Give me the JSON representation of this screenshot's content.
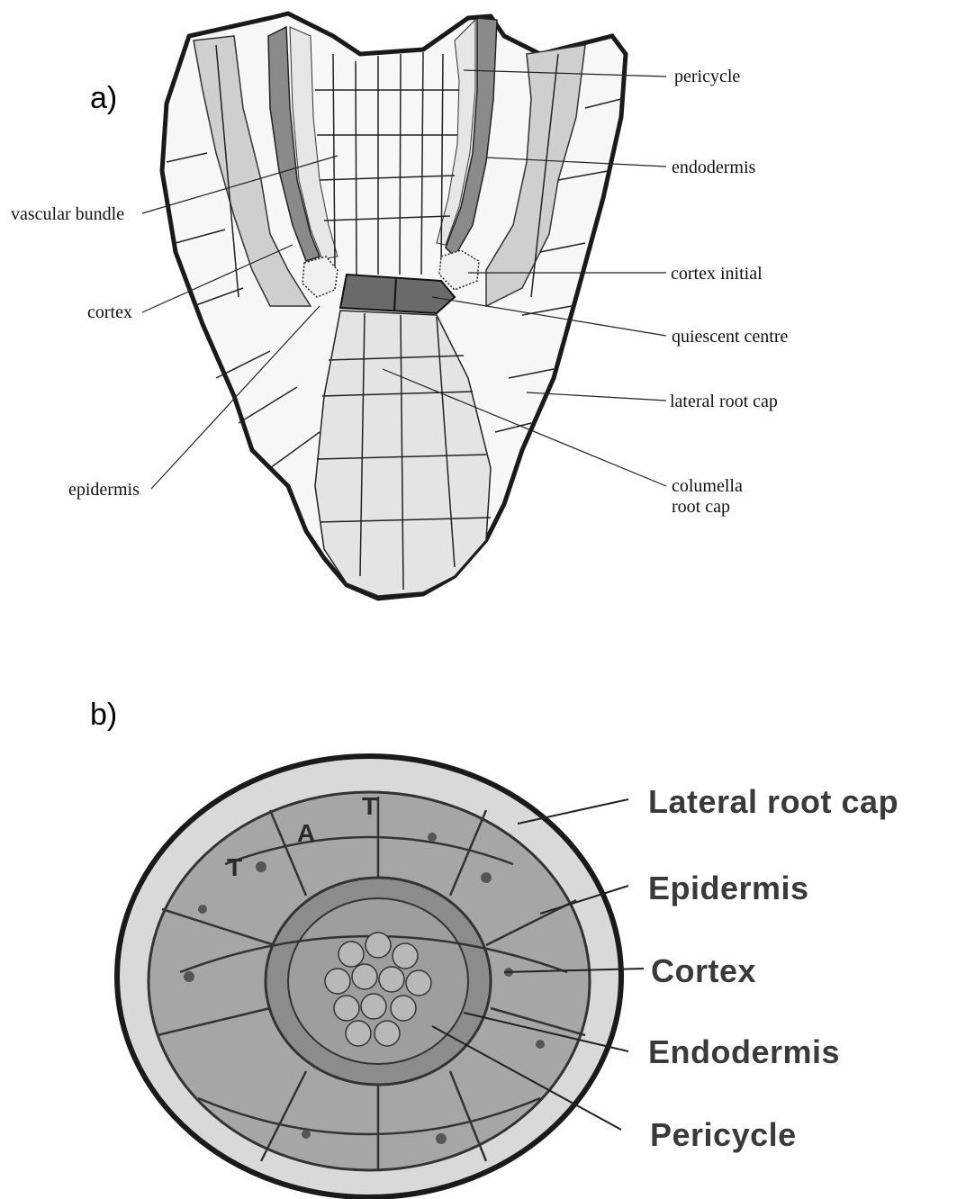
{
  "panels": {
    "a": {
      "label": "a)",
      "labels": {
        "pericycle": "pericycle",
        "endodermis": "endodermis",
        "vascular_bundle": "vascular bundle",
        "cortex_initial": "cortex initial",
        "cortex": "cortex",
        "quiescent_centre": "quiescent centre",
        "lateral_root_cap": "lateral root cap",
        "epidermis": "epidermis",
        "columella_line1": "columella",
        "columella_line2": "root cap"
      }
    },
    "b": {
      "label": "b)",
      "labels": {
        "lateral_root_cap": "Lateral root cap",
        "epidermis": "Epidermis",
        "cortex": "Cortex",
        "endodermis": "Endodermis",
        "pericycle": "Pericycle"
      },
      "cell_letters": [
        "T",
        "A",
        "T"
      ]
    }
  },
  "colors": {
    "outline": "#1a1a1a",
    "endodermis_fill": "#8a8a8a",
    "cortex_fill": "#c8c8c8",
    "pericycle_fill": "#e6e6e6",
    "quiescent_fill": "#6a6a6a",
    "micrograph_cell": "#9a9a9a"
  }
}
